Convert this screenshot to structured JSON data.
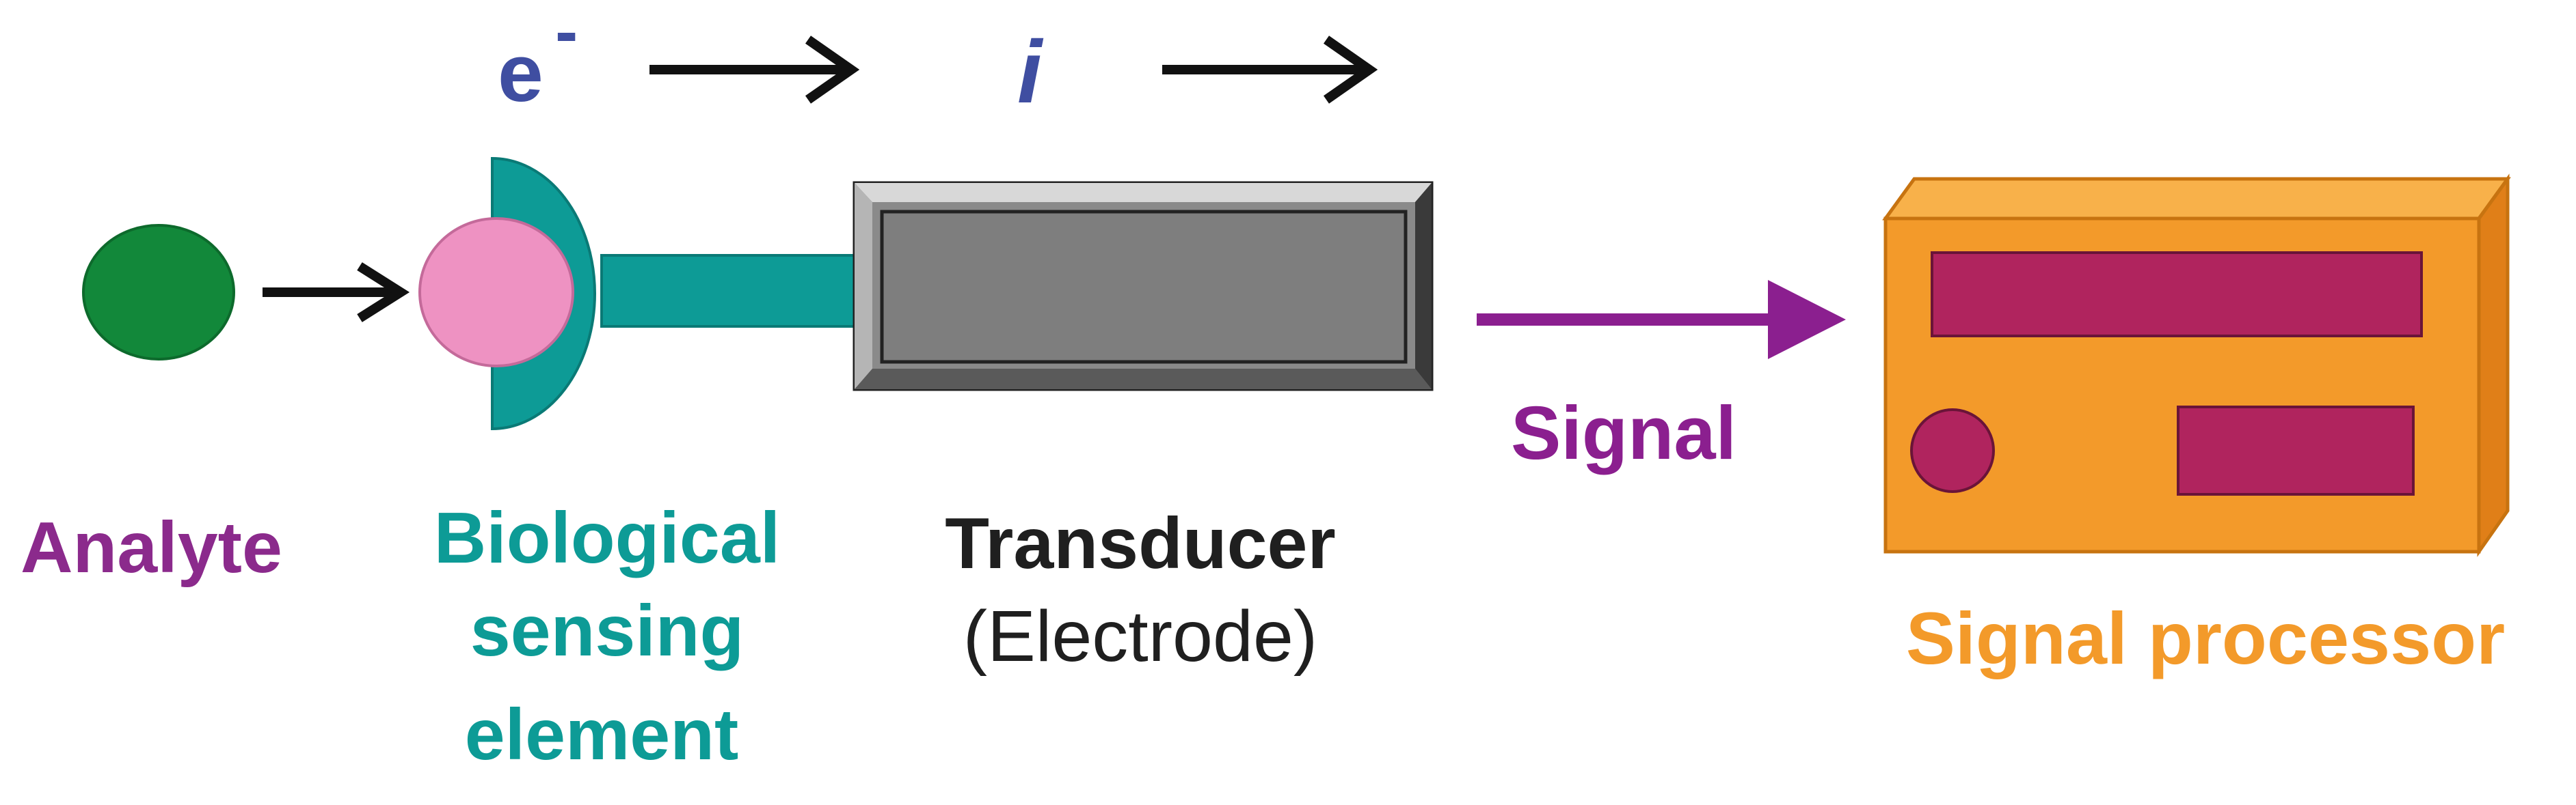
{
  "labels": {
    "electron_symbol": "e",
    "electron_charge": "-",
    "current_symbol": "i",
    "analyte": "Analyte",
    "bio_line1": "Biological",
    "bio_line2": "sensing",
    "bio_line3": "element",
    "transducer": "Transducer",
    "electrode": "(Electrode)",
    "signal": "Signal",
    "signal_processor": "Signal processor"
  },
  "colors": {
    "analyte_green": "#12883a",
    "analyte_text_purple": "#8b2a8c",
    "receptor_teal": "#0d9b96",
    "target_pink": "#ee92c2",
    "electron_blue": "#3f4ea1",
    "transducer_gray": "#8a8a8a",
    "signal_purple": "#8b1f8f",
    "processor_orange": "#f39a2a",
    "display_magenta": "#b0245e",
    "text_dark": "#1f1f1f"
  },
  "icons": {
    "analyte": "green-circle",
    "receptor": "teal-half-ring",
    "transducer": "beveled-gray-bar",
    "processor": "orange-box-device"
  }
}
